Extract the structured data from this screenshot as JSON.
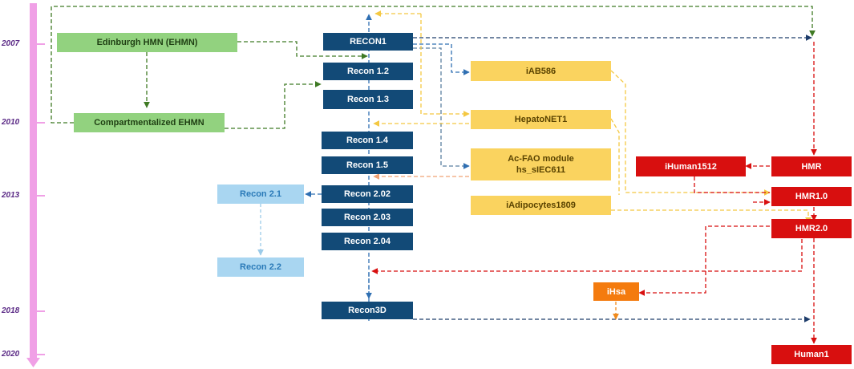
{
  "timeline": {
    "years": [
      "2007",
      "2010",
      "2013",
      "2018",
      "2020"
    ]
  },
  "models": {
    "ehmn": "Edinburgh HMN (EHMN)",
    "compartmentalized_ehmn": "Compartmentalized EHMN",
    "recon1": "RECON1",
    "recon_1_2": "Recon 1.2",
    "recon_1_3": "Recon 1.3",
    "recon_1_4": "Recon 1.4",
    "recon_1_5": "Recon 1.5",
    "recon_2_02": "Recon 2.02",
    "recon_2_03": "Recon 2.03",
    "recon_2_04": "Recon 2.04",
    "recon_2_1": "Recon 2.1",
    "recon_2_2": "Recon 2.2",
    "recon3d": "Recon3D",
    "iab586": "iAB586",
    "hepatonet1": "HepatoNET1",
    "acfao_line1": "Ac-FAO module",
    "acfao_line2": "hs_sIEC611",
    "iadipocytes": "iAdipocytes1809",
    "ihuman1512": "iHuman1512",
    "hmr": "HMR",
    "hmr1": "HMR1.0",
    "hmr2": "HMR2.0",
    "ihsa": "iHsa",
    "human1": "Human1"
  },
  "colors": {
    "timeline": "#f0a0e6",
    "ehmn_link": "#3f7a24",
    "recon_link": "#2f6fb2",
    "recon_link_dark": "#1e3d6b",
    "yellow_link": "#f4c842",
    "salmon_link": "#f0a273",
    "red_link": "#d80f0f",
    "orange_link": "#f08a1c",
    "light_link": "#9ccbe9"
  }
}
